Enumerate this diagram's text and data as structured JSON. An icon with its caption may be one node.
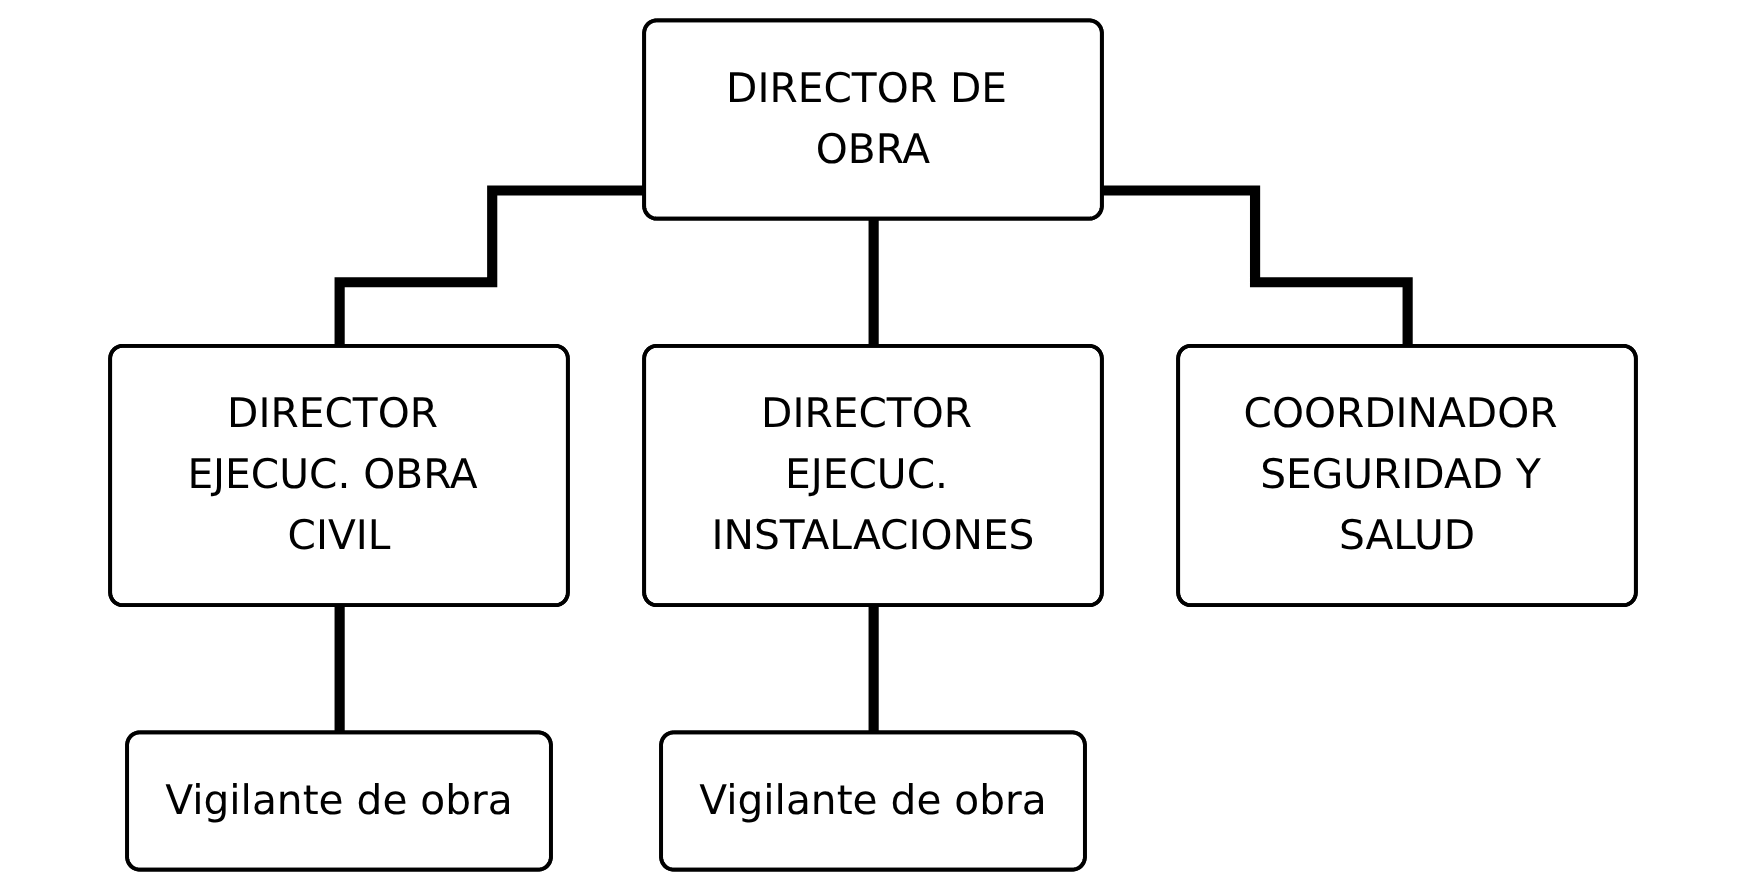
{
  "diagram": {
    "nodes": [
      {
        "text": [
          "DIRECTOR DE OBRA"
        ]
      },
      {
        "text": [
          "DIRECTOR EJECUC. OBRA CIVIL"
        ]
      },
      {
        "text": [
          "DIRECTOR EJECUC. INSTALACIONES"
        ]
      },
      {
        "text": [
          "COORDINADOR SEGURIDAD Y SALUD"
        ]
      },
      {
        "text": [
          "Vigilante de obra"
        ]
      },
      {
        "text": [
          "Vigilante de obra"
        ]
      }
    ],
    "edges": [
      {
        "from": 0,
        "to": 1,
        "arrow": "none"
      },
      {
        "from": 0,
        "to": 2,
        "arrow": "none"
      },
      {
        "from": 0,
        "to": 3,
        "arrow": "none"
      },
      {
        "from": 1,
        "to": 4,
        "arrow": "none"
      },
      {
        "from": 2,
        "to": 5,
        "arrow": "none"
      }
    ]
  }
}
